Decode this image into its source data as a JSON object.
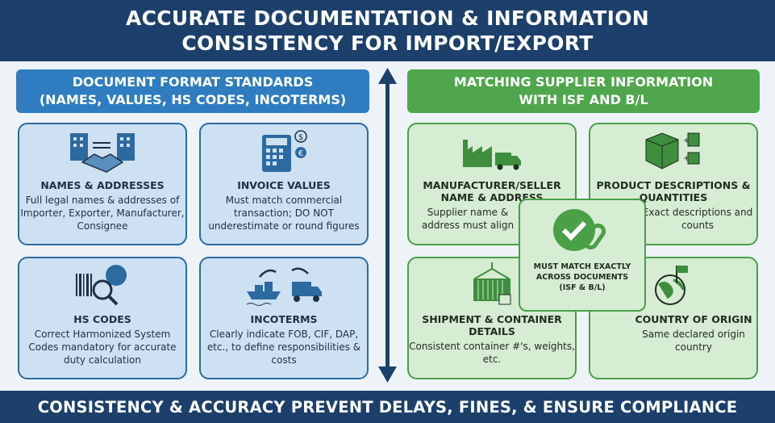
{
  "header": {
    "title_line1": "ACCURATE DOCUMENTATION & INFORMATION",
    "title_line2": "CONSISTENCY FOR IMPORT/EXPORT"
  },
  "left": {
    "banner_line1": "DOCUMENT FORMAT STANDARDS",
    "banner_line2": "(NAMES, VALUES, HS CODES, INCOTERMS)",
    "cards": [
      {
        "icon": "buildings-handshake-icon",
        "title": "NAMES & ADDRESSES",
        "text": "Full legal names & addresses of Importer, Exporter, Manufacturer, Consignee"
      },
      {
        "icon": "calculator-currency-icon",
        "title": "INVOICE VALUES",
        "text": "Must match commercial transaction; DO NOT underestimate or round figures"
      },
      {
        "icon": "barcode-globe-magnifier-icon",
        "title": "HS CODES",
        "text": "Correct Harmonized System Codes mandatory for accurate duty calculation"
      },
      {
        "icon": "ship-truck-icon",
        "title": "INCOTERMS",
        "text": "Clearly indicate FOB, CIF, DAP, etc., to define responsibilities & costs"
      }
    ]
  },
  "right": {
    "banner_line1": "MATCHING SUPPLIER INFORMATION",
    "banner_line2": "WITH ISF AND B/L",
    "cards": [
      {
        "icon": "factory-truck-icon",
        "title": "MANUFACTURER/SELLER NAME & ADDRESS",
        "text": "Supplier name & address must align"
      },
      {
        "icon": "boxes-icon",
        "title": "PRODUCT DESCRIPTIONS & QUANTITIES",
        "text": "Exact descriptions and counts"
      },
      {
        "icon": "container-crane-icon",
        "title": "SHIPMENT & CONTAINER DETAILS",
        "text": "Consistent container #'s, weights, etc."
      },
      {
        "icon": "globe-flag-icon",
        "title": "COUNTRY OF ORIGIN",
        "text": "Same declared origin country"
      }
    ],
    "center": {
      "icon": "check-link-icon",
      "line1": "MUST MATCH EXACTLY",
      "line2": "ACROSS DOCUMENTS",
      "line3": "(ISF & B/L)"
    }
  },
  "footer": {
    "text": "CONSISTENCY & ACCURACY PREVENT DELAYS, FINES, & ENSURE COMPLIANCE"
  },
  "colors": {
    "navy": "#1d3f6b",
    "blue": "#2f7dc0",
    "green": "#4fa64d",
    "blue_card": "#cde1f2",
    "green_card": "#d6ecd3"
  }
}
